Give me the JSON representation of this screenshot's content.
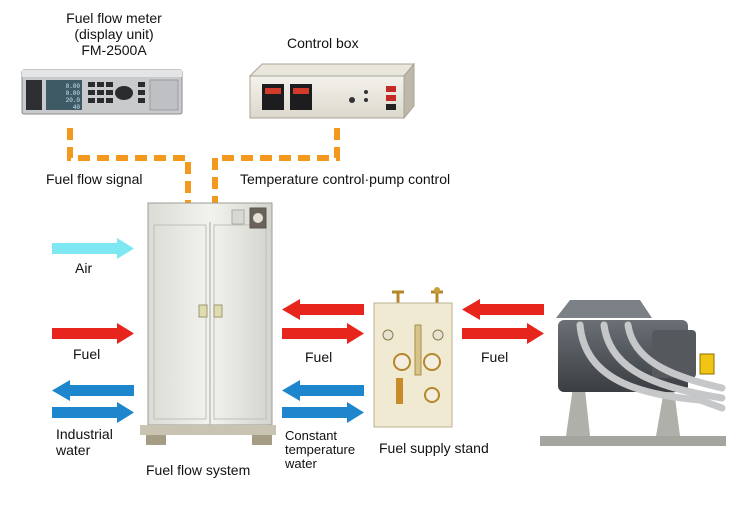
{
  "labels": {
    "meter_line1": "Fuel flow meter",
    "meter_line2": "(display unit)",
    "meter_line3": "FM-2500A",
    "control_box": "Control box",
    "fuel_flow_signal": "Fuel flow signal",
    "temp_pump_control": "Temperature control·pump control",
    "air": "Air",
    "fuel_left": "Fuel",
    "fuel_middle": "Fuel",
    "fuel_right": "Fuel",
    "industrial_water_1": "Industrial",
    "industrial_water_2": "water",
    "constant_temp_1": "Constant",
    "constant_temp_2": "temperature",
    "constant_temp_3": "water",
    "fuel_flow_system": "Fuel flow system",
    "fuel_supply_stand": "Fuel supply stand"
  },
  "meter_display": [
    "0.00",
    "0.00",
    "20.0",
    "40"
  ],
  "colors": {
    "signal_dash": "#f39a1e",
    "fuel_arrow": "#e8251c",
    "water_arrow": "#1e86cc",
    "air_arrow": "#7ee8f2",
    "cabinet": "#e9e9e4",
    "engine": "#4d5257"
  }
}
